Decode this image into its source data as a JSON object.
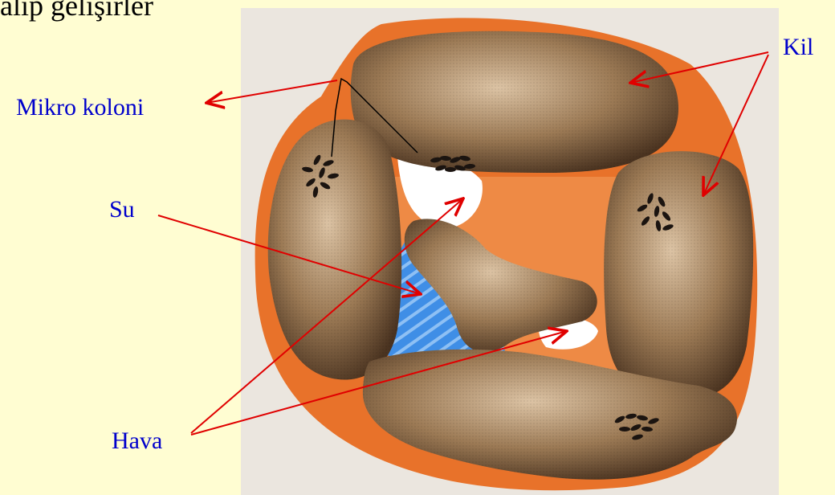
{
  "heading": "alıp gelişirler",
  "colors": {
    "background": "#fffdd2",
    "label_text": "#0000cc",
    "arrow": "#e00000",
    "particle": "#8a6a48",
    "halo": "#e8722a",
    "water": "#3f8ee6"
  },
  "labels": {
    "mikro_koloni": "Mikro koloni",
    "kil": "Kil",
    "su": "Su",
    "hava": "Hava"
  }
}
